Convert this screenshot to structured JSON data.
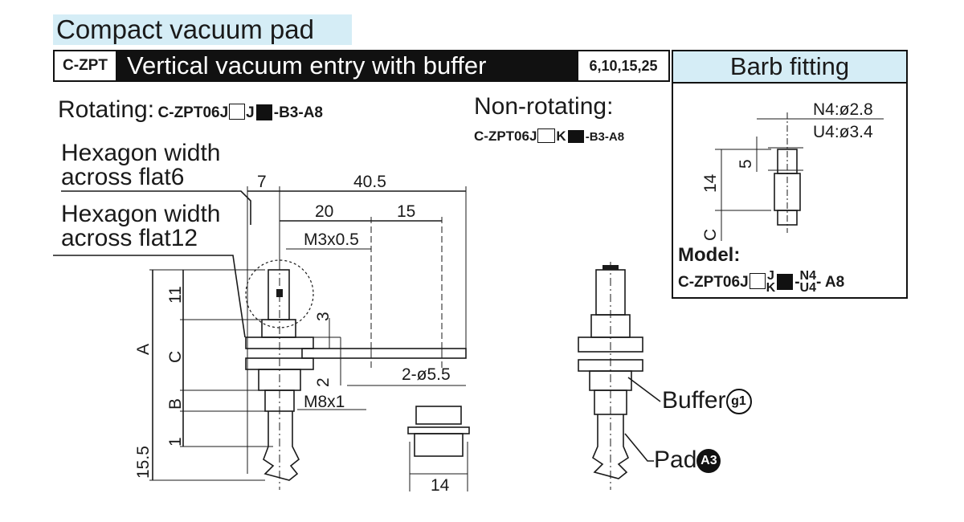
{
  "title": "Compact vacuum pad",
  "header": {
    "code": "C-ZPT",
    "title": "Vertical vacuum entry with buffer",
    "sizes": "6,10,15,25"
  },
  "barb": {
    "title": "Barb fitting",
    "n4": "N4:ø2.8",
    "u4": "U4:ø3.4",
    "dim_5": "5",
    "dim_14": "14",
    "dim_c": "C",
    "model_label": "Model:",
    "model_prefix": "C-ZPT06J",
    "model_j": "J",
    "model_k": "K",
    "model_dash": "-",
    "model_n4": "N4",
    "model_u4": "U4",
    "model_suffix": "- A8"
  },
  "rotating": {
    "label": "Rotating:",
    "prefix": "C-ZPT06J",
    "mid": "J",
    "suffix": "-B3-A8"
  },
  "nonrotating": {
    "label": "Non-rotating:",
    "prefix": "C-ZPT06J",
    "mid": "K",
    "suffix": "-B3-A8"
  },
  "hex6": [
    "Hexagon width",
    "across flat6"
  ],
  "hex12": [
    "Hexagon width",
    "across flat12"
  ],
  "dims": {
    "d7": "7",
    "d405": "40.5",
    "d20": "20",
    "d15": "15",
    "m3": "M3x0.5",
    "d3": "3",
    "d2": "2",
    "hole": "2-ø5.5",
    "m8": "M8x1",
    "d11": "11",
    "dA": "A",
    "dC": "C",
    "dB": "B",
    "d1": "1",
    "d155": "15.5",
    "d14": "14"
  },
  "callouts": {
    "buffer": "Buffer",
    "buffer_code": "g1",
    "pad": "Pad",
    "pad_code": "A3"
  }
}
